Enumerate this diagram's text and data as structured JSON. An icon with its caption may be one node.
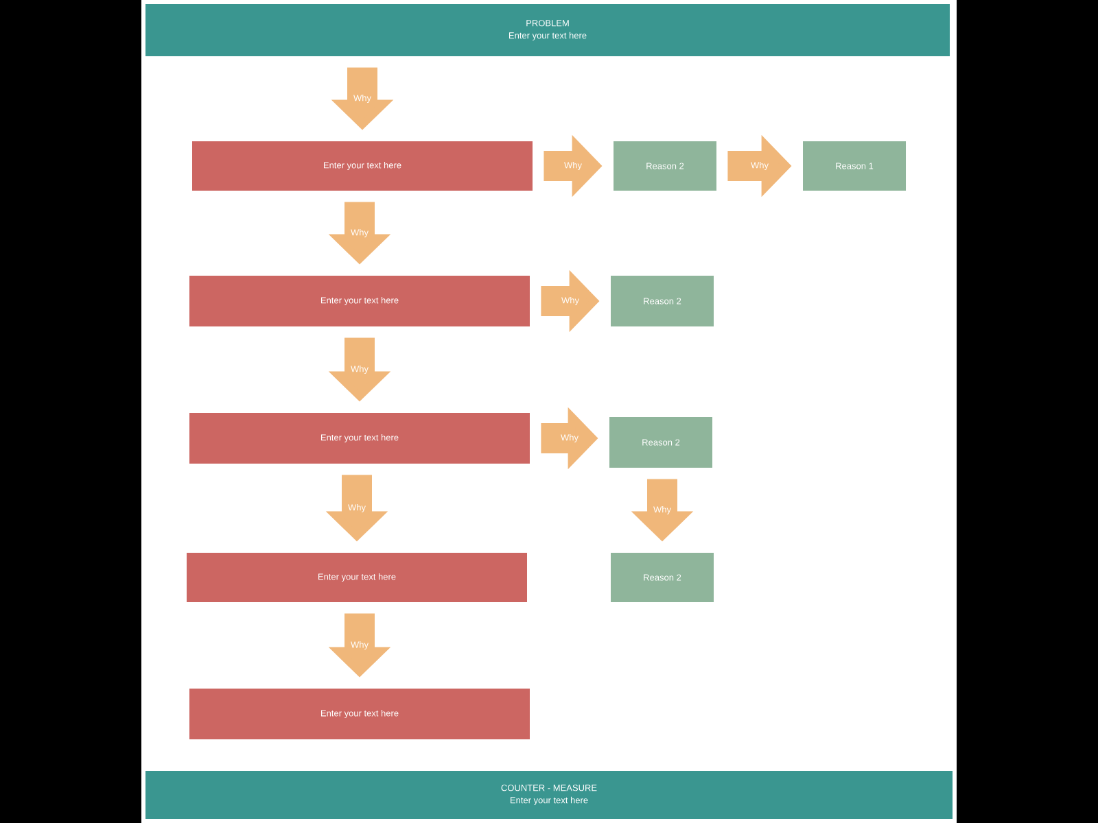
{
  "diagram": {
    "nodes": [
      {
        "text": [
          "PROBLEM",
          "Enter your text here"
        ]
      },
      {
        "text": [
          "Enter your text here"
        ]
      },
      {
        "text": [
          "Reason 2"
        ]
      },
      {
        "text": [
          "Reason 1"
        ]
      },
      {
        "text": [
          "Enter your text here"
        ]
      },
      {
        "text": [
          "Reason 2"
        ]
      },
      {
        "text": [
          "Enter your text here"
        ]
      },
      {
        "text": [
          "Reason 2"
        ]
      },
      {
        "text": [
          "Enter your text here"
        ]
      },
      {
        "text": [
          "Reason 2"
        ]
      },
      {
        "text": [
          "Enter your text here"
        ]
      },
      {
        "text": [
          "COUNTER - MEASURE",
          "Enter your text here"
        ]
      }
    ],
    "edges": [
      {
        "from": 0,
        "to": 1,
        "arrow": "to",
        "label": "Why"
      },
      {
        "from": 1,
        "to": 2,
        "arrow": "to",
        "label": "Why"
      },
      {
        "from": 2,
        "to": 3,
        "arrow": "to",
        "label": "Why"
      },
      {
        "from": 1,
        "to": 4,
        "arrow": "to",
        "label": "Why"
      },
      {
        "from": 4,
        "to": 5,
        "arrow": "to",
        "label": "Why"
      },
      {
        "from": 4,
        "to": 6,
        "arrow": "to",
        "label": "Why"
      },
      {
        "from": 6,
        "to": 7,
        "arrow": "to",
        "label": "Why"
      },
      {
        "from": 6,
        "to": 8,
        "arrow": "to",
        "label": "Why"
      },
      {
        "from": 7,
        "to": 9,
        "arrow": "to",
        "label": "Why"
      },
      {
        "from": 8,
        "to": 10,
        "arrow": "to",
        "label": "Why"
      }
    ]
  }
}
